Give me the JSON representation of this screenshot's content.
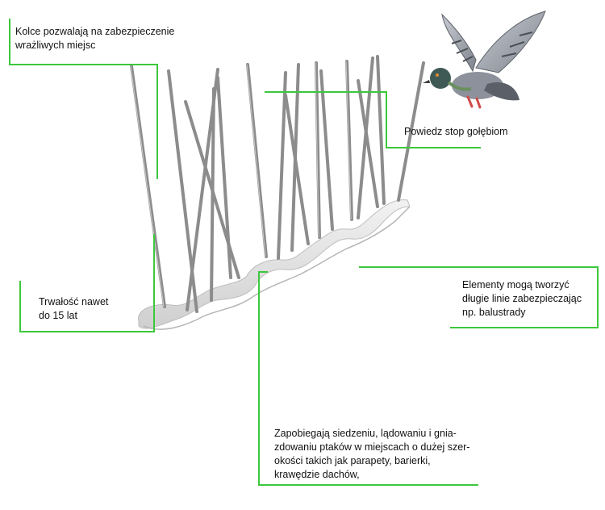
{
  "callouts": {
    "top_left": "Kolce pozwalają na zabezpieczenie\nwrażliwych miejsc",
    "top_right": "Powiedz stop gołębiom",
    "right": "Elementy mogą tworzyć\ndługie linie zabezpieczając\nnp. balustrady",
    "left": "Trwałość nawet\ndo 15 lat",
    "bottom": "Zapobiegają siedzeniu, lądowaniu i gnia-\nzdowaniu ptaków w miejscach o dużej szer-\nokości takich jak parapety, barierki,\nkrawędzie dachów,"
  },
  "colors": {
    "callout_line": "#3cc83c",
    "spike": "#8c8c8c",
    "base": "#dcdcdc"
  }
}
